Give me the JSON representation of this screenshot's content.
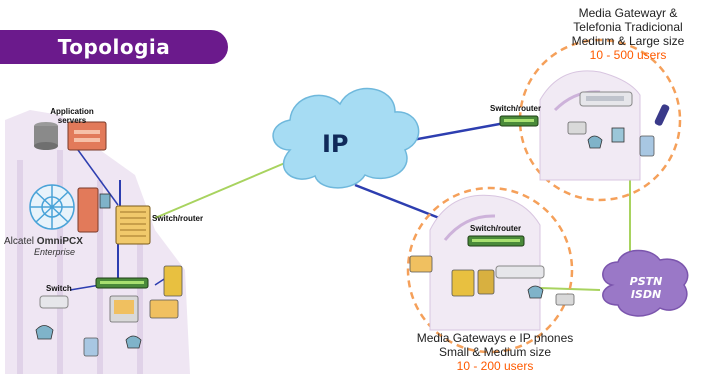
{
  "title": "Topologia",
  "cloud_ip": "IP",
  "cloud_pstn": {
    "line1": "PSTN",
    "line2": "ISDN"
  },
  "top_site": {
    "line1": "Media Gatewayr &",
    "line2": "Telefonia Tradicional",
    "line3": "Medium & Large size",
    "users": "10 - 500  users",
    "switch_label": "Switch/router"
  },
  "bottom_site": {
    "line1": "Media Gateways e IP phones",
    "line2": "Small & Medium size",
    "users": "10 - 200  users",
    "switch_label": "Switch/router"
  },
  "hq": {
    "app_servers_line1": "Application",
    "app_servers_line2": "servers",
    "brand_prefix": "Alcatel",
    "brand_name": "OmniPCX",
    "brand_suffix": "Enterprise",
    "switch_router_label": "Switch/router",
    "switch_label": "Switch"
  },
  "colors": {
    "title_bg": "#6b1a8c",
    "cloud_ip": "#a6dcf3",
    "cloud_pstn": "#9a78c7",
    "users_text": "#ff5a00",
    "link_green": "#a8d35f",
    "link_blue": "#2d3eb0"
  }
}
